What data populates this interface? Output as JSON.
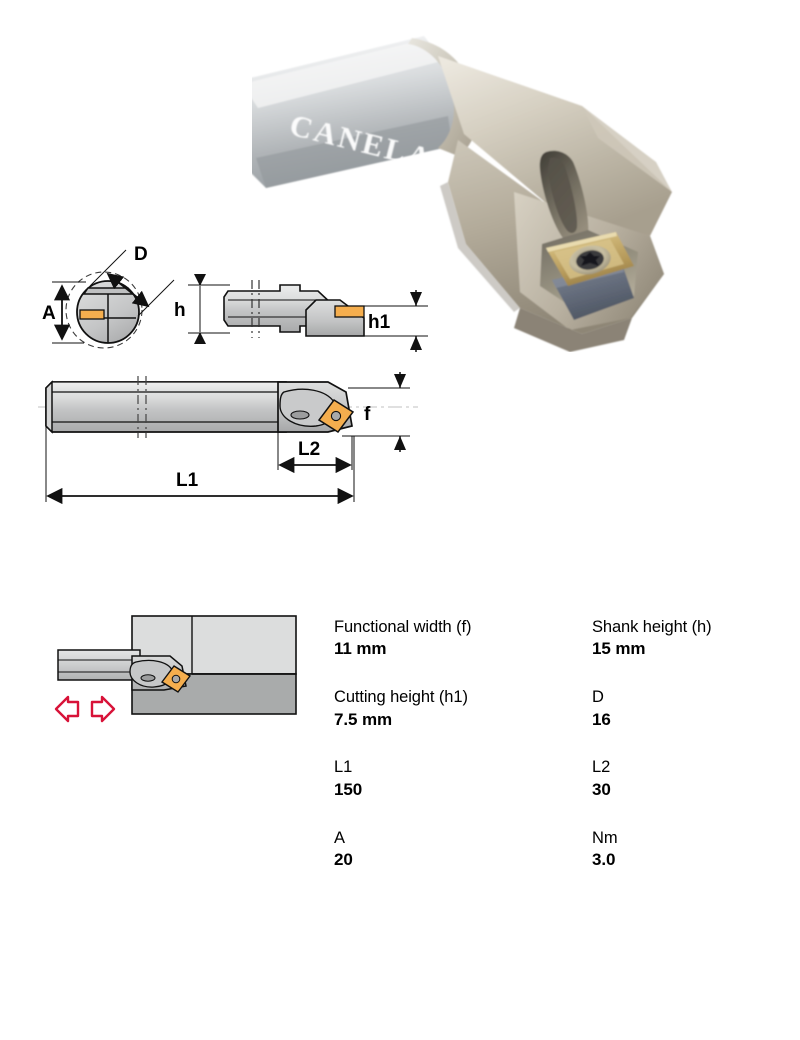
{
  "product_photo": {
    "brand_text": "CANELA",
    "description": "boring-bar-photo",
    "colors": {
      "shank_light": "#d8dadc",
      "shank_mid": "#b9bcbe",
      "head_light": "#d9d2c4",
      "head_mid": "#bcb4a4",
      "head_dark": "#9a9182",
      "insert_gold": "#cbb273",
      "insert_gold_dark": "#a9905a",
      "shim_blue": "#6d7584",
      "screw_dark": "#2b2b2e"
    }
  },
  "tech_drawings": {
    "end_view": {
      "name": "end-view",
      "labels": [
        "A",
        "D"
      ]
    },
    "top_view": {
      "name": "top-view",
      "labels": [
        "h",
        "h1"
      ]
    },
    "side_view": {
      "name": "side-view",
      "labels": [
        "f",
        "L2",
        "L1"
      ]
    },
    "dimension_labels": {
      "A": "A",
      "D": "D",
      "h": "h",
      "h1": "h1",
      "f": "f",
      "L1": "L1",
      "L2": "L2"
    },
    "colors": {
      "body_light": "#e8e9ea",
      "body_mid": "#c9cacb",
      "body_dark": "#a8a9aa",
      "insert_orange": "#f5ae4e",
      "outline": "#1a1a1a",
      "centerline": "#b9b9b9"
    }
  },
  "application_diagram": {
    "name": "boring-application-diagram",
    "arrow_left": "arrow-left",
    "arrow_right": "arrow-right",
    "colors": {
      "arrow_red": "#d81238",
      "workpiece_light": "#dcdddd",
      "workpiece_dark": "#a9abab",
      "bar_light": "#dcdddd",
      "bar_mid": "#bcbdbe",
      "insert_orange": "#f5ae4e"
    }
  },
  "specifications": {
    "rows": [
      {
        "left": {
          "label": "Functional width (f)",
          "value": "11 mm"
        },
        "right": {
          "label": "Shank height (h)",
          "value": "15 mm"
        }
      },
      {
        "left": {
          "label": "Cutting height (h1)",
          "value": "7.5 mm"
        },
        "right": {
          "label": "D",
          "value": "16"
        }
      },
      {
        "left": {
          "label": "L1",
          "value": "150"
        },
        "right": {
          "label": "L2",
          "value": "30"
        }
      },
      {
        "left": {
          "label": "A",
          "value": "20"
        },
        "right": {
          "label": "Nm",
          "value": "3.0"
        }
      }
    ]
  }
}
